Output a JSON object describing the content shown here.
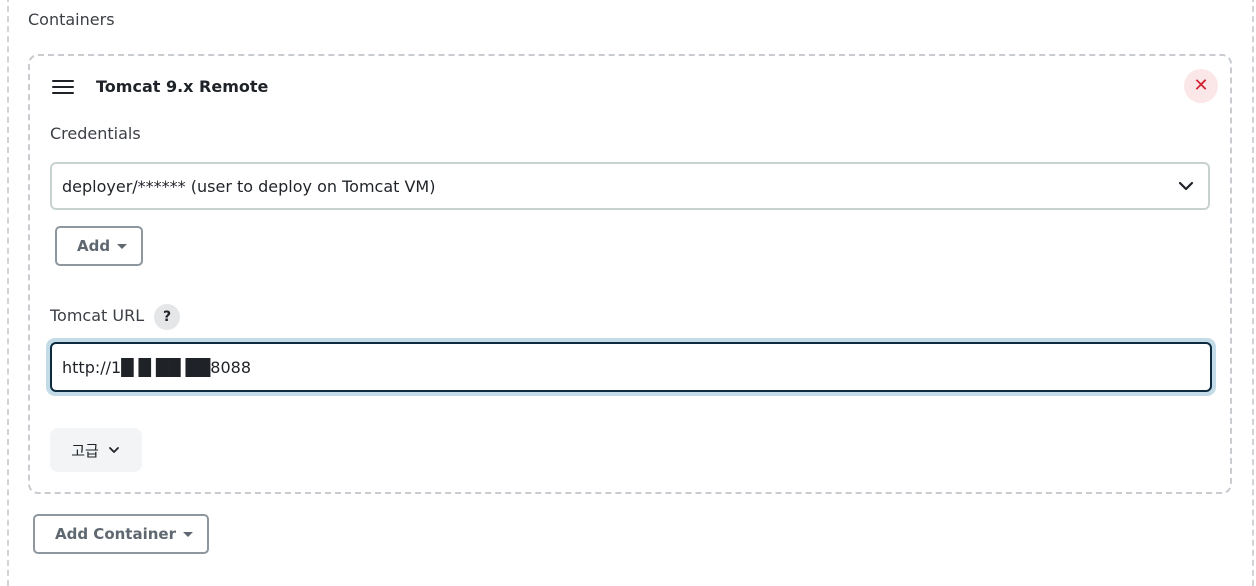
{
  "section": {
    "label": "Containers"
  },
  "container": {
    "title": "Tomcat 9.x Remote",
    "close_symbol": "✕",
    "credentials": {
      "label": "Credentials",
      "selected": "deployer/****** (user to deploy on Tomcat VM)"
    },
    "add_button": {
      "label": "Add"
    },
    "tomcat_url": {
      "label": "Tomcat URL",
      "help_symbol": "?",
      "value": "http://1█ █ ██ ██8088"
    },
    "advanced_button": {
      "label": "고급"
    }
  },
  "add_container_button": {
    "label": "Add Container"
  },
  "icons": {
    "drag": "drag-handle-icon",
    "close": "close-icon",
    "chevron": "chevron-down-icon",
    "help": "help-icon"
  },
  "colors": {
    "close_bg": "#fbe6e8",
    "close_fg": "#d0202f",
    "focus_ring": "#c2dbe7",
    "focus_border": "#0d2b3e"
  }
}
